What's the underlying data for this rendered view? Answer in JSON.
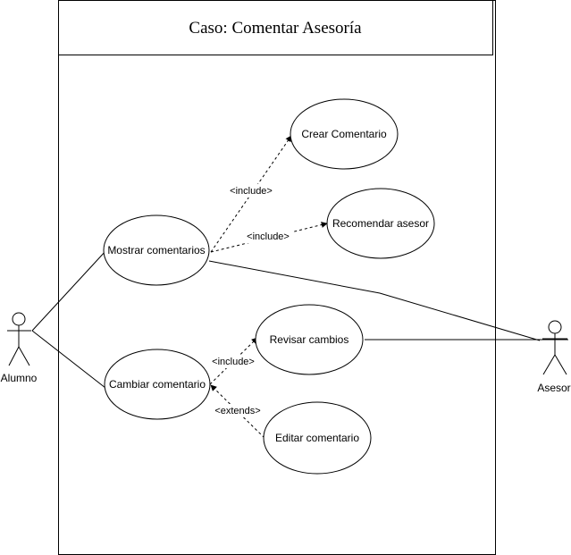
{
  "diagram": {
    "title": "Caso: Comentar Asesoría",
    "actors": {
      "alumno": "Alumno",
      "asesor": "Asesor"
    },
    "use_cases": {
      "mostrar": "Mostrar comentarios",
      "crear": "Crear Comentario",
      "recomendar": "Recomendar asesor",
      "cambiar": "Cambiar comentario",
      "revisar": "Revisar cambios",
      "editar": "Editar comentario"
    },
    "relations": {
      "include_crear": "<include>",
      "include_recomendar": "<include>",
      "include_revisar": "<include>",
      "extends_editar": "<extends>"
    }
  }
}
